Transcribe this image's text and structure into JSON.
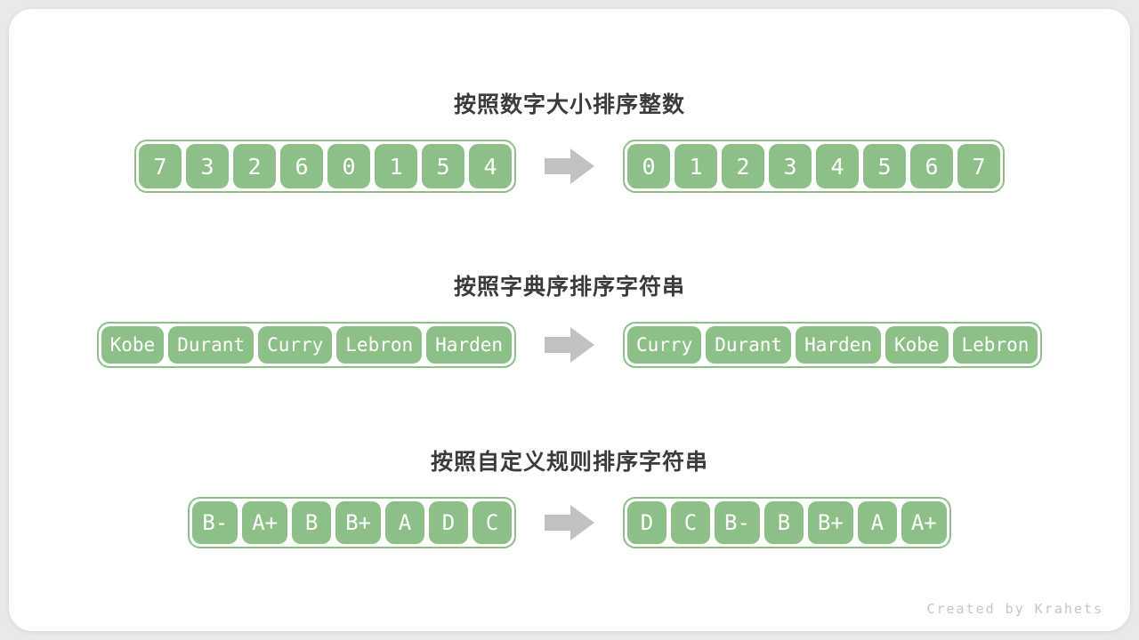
{
  "diagram": {
    "rows": [
      {
        "title": "按照数字大小排序整数",
        "unsorted": [
          "7",
          "3",
          "2",
          "6",
          "0",
          "1",
          "5",
          "4"
        ],
        "sorted": [
          "0",
          "1",
          "2",
          "3",
          "4",
          "5",
          "6",
          "7"
        ]
      },
      {
        "title": "按照字典序排序字符串",
        "unsorted": [
          "Kobe",
          "Durant",
          "Curry",
          "Lebron",
          "Harden"
        ],
        "sorted": [
          "Curry",
          "Durant",
          "Harden",
          "Kobe",
          "Lebron"
        ]
      },
      {
        "title": "按照自定义规则排序字符串",
        "unsorted": [
          "B-",
          "A+",
          "B",
          "B+",
          "A",
          "D",
          "C"
        ],
        "sorted": [
          "D",
          "C",
          "B-",
          "B",
          "B+",
          "A",
          "A+"
        ]
      }
    ],
    "arrow_icon": "right-arrow",
    "colors": {
      "box_green": "#8dc087",
      "arrow_gray": "#c2c2c2",
      "title_text": "#3b3b3b",
      "watermark_text": "#c6c6c6",
      "card_background": "#ffffff",
      "page_background": "#e9e9e9"
    }
  },
  "watermark": "Created by Krahets"
}
